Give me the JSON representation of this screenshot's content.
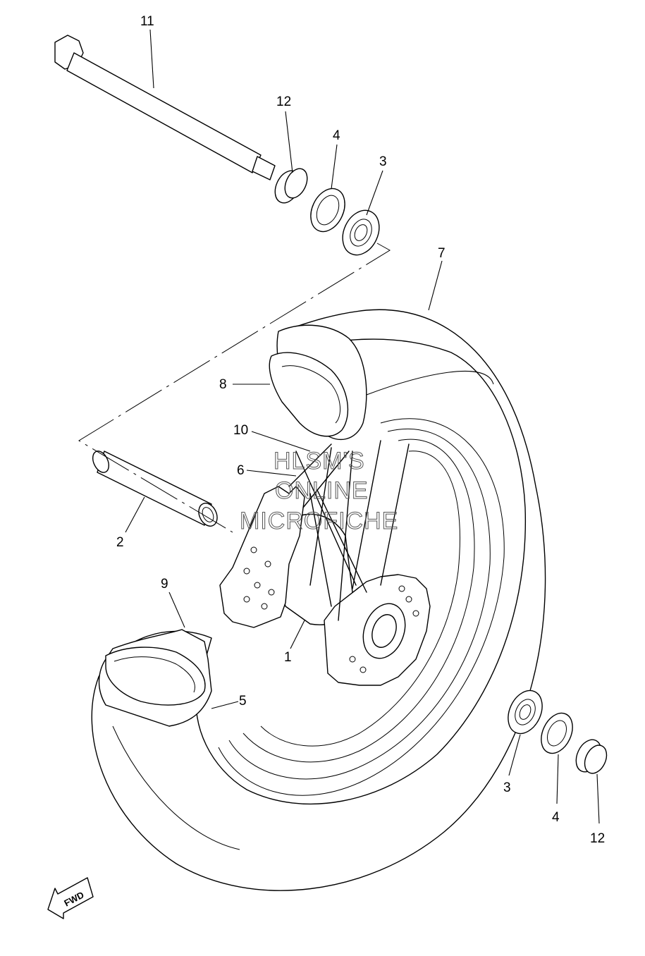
{
  "watermark": {
    "line1": "HLSM'S",
    "line2": "ONLINE",
    "line3": "MICROFICHE"
  },
  "direction_badge": "FWD",
  "callouts": [
    {
      "id": "c11",
      "text": "11"
    },
    {
      "id": "c12a",
      "text": "12"
    },
    {
      "id": "c4a",
      "text": "4"
    },
    {
      "id": "c3a",
      "text": "3"
    },
    {
      "id": "c7",
      "text": "7"
    },
    {
      "id": "c8",
      "text": "8"
    },
    {
      "id": "c10",
      "text": "10"
    },
    {
      "id": "c6",
      "text": "6"
    },
    {
      "id": "c2",
      "text": "2"
    },
    {
      "id": "c9",
      "text": "9"
    },
    {
      "id": "c1",
      "text": "1"
    },
    {
      "id": "c5",
      "text": "5"
    },
    {
      "id": "c3b",
      "text": "3"
    },
    {
      "id": "c4b",
      "text": "4"
    },
    {
      "id": "c12b",
      "text": "12"
    }
  ]
}
